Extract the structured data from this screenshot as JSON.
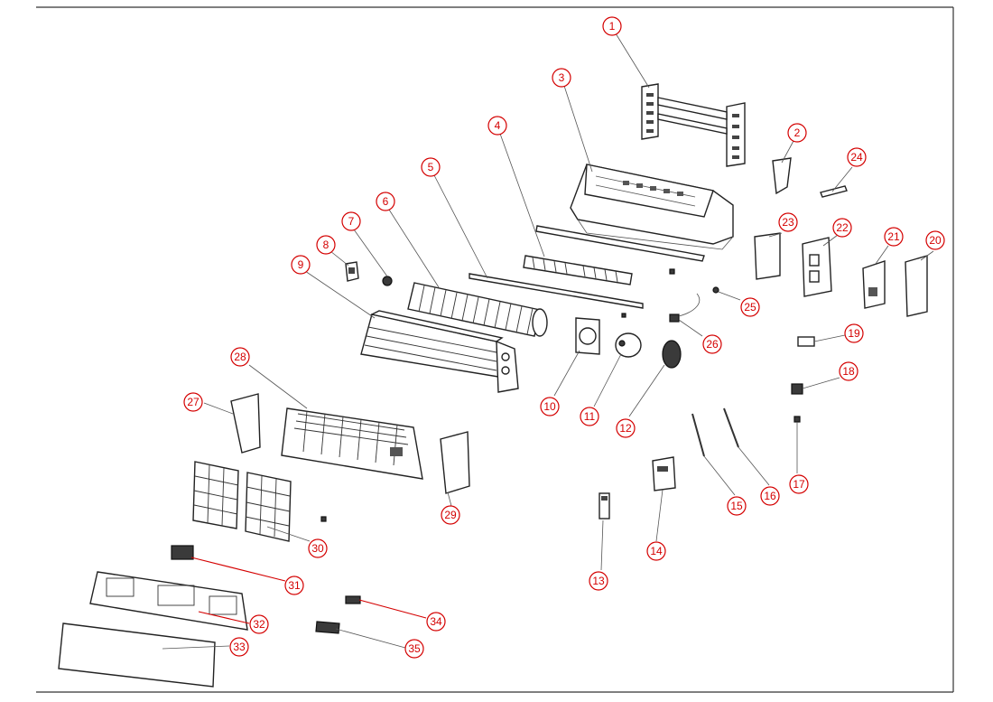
{
  "callouts": [
    {
      "id": "1",
      "part_icon": "wall-mounting-plate"
    },
    {
      "id": "2",
      "part_icon": "pipe-holder-bracket"
    },
    {
      "id": "3",
      "part_icon": "chassis"
    },
    {
      "id": "4",
      "part_icon": "vertical-louver-assembly"
    },
    {
      "id": "5",
      "part_icon": "louver-link-rod"
    },
    {
      "id": "6",
      "part_icon": "cross-flow-fan"
    },
    {
      "id": "7",
      "part_icon": "fan-bearing"
    },
    {
      "id": "8",
      "part_icon": "bearing-holder"
    },
    {
      "id": "9",
      "part_icon": "evaporator-coil"
    },
    {
      "id": "10",
      "part_icon": "motor-cover"
    },
    {
      "id": "11",
      "part_icon": "fan-motor"
    },
    {
      "id": "12",
      "part_icon": "motor-clamp"
    },
    {
      "id": "13",
      "part_icon": "remote-control"
    },
    {
      "id": "14",
      "part_icon": "remote-holder"
    },
    {
      "id": "15",
      "part_icon": "room-temperature-sensor"
    },
    {
      "id": "16",
      "part_icon": "pipe-temperature-sensor"
    },
    {
      "id": "17",
      "part_icon": "connector"
    },
    {
      "id": "18",
      "part_icon": "terminal-block"
    },
    {
      "id": "19",
      "part_icon": "cable-clamp"
    },
    {
      "id": "20",
      "part_icon": "electric-box-cover"
    },
    {
      "id": "21",
      "part_icon": "main-control-board"
    },
    {
      "id": "22",
      "part_icon": "electric-box"
    },
    {
      "id": "23",
      "part_icon": "electric-box-shield"
    },
    {
      "id": "24",
      "part_icon": "drain-hose"
    },
    {
      "id": "25",
      "part_icon": "drain-plug"
    },
    {
      "id": "26",
      "part_icon": "step-motor"
    },
    {
      "id": "27",
      "part_icon": "left-side-cover"
    },
    {
      "id": "28",
      "part_icon": "front-panel-frame"
    },
    {
      "id": "29",
      "part_icon": "right-side-cover"
    },
    {
      "id": "30",
      "part_icon": "air-filter"
    },
    {
      "id": "31",
      "part_icon": "display-board"
    },
    {
      "id": "32",
      "part_icon": "panel-frame"
    },
    {
      "id": "33",
      "part_icon": "front-panel"
    },
    {
      "id": "34",
      "part_icon": "receiver-board"
    },
    {
      "id": "35",
      "part_icon": "display-cover"
    }
  ],
  "colors": {
    "callout": "#d40000",
    "line": "#222222",
    "background": "#ffffff"
  }
}
